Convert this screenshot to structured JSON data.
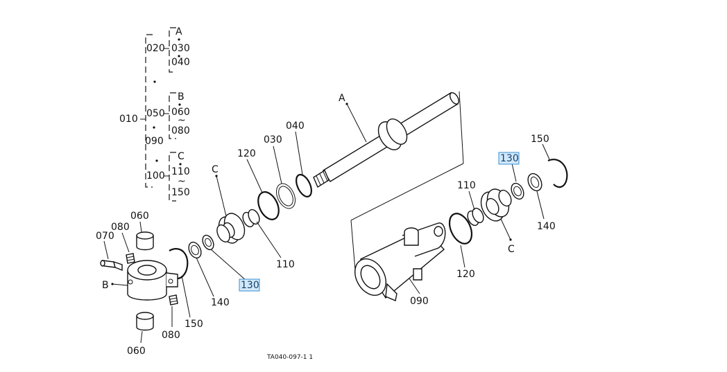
{
  "tree": {
    "root": "010",
    "group_a": {
      "letter": "A",
      "node": "020",
      "items": [
        "030",
        "040"
      ]
    },
    "loose_1": "090",
    "group_b": {
      "letter": "B",
      "node": "050",
      "from": "060",
      "to": "080"
    },
    "group_c": {
      "letter": "C",
      "node": "100",
      "from": "110",
      "to": "150"
    },
    "tilde": "~"
  },
  "callouts": {
    "A_rod": "A",
    "C_left": "C",
    "C_right": "C",
    "B_block": "B",
    "p120_left": "120",
    "p030": "030",
    "p040": "040",
    "p110_left": "110",
    "p130_left": "130",
    "p140_left": "140",
    "p150_left": "150",
    "p080_top": "080",
    "p070": "070",
    "p060_top": "060",
    "p060_bottom": "060",
    "p080_bottom": "080",
    "p150_right": "150",
    "p130_right": "130",
    "p110_right": "110",
    "p140_right": "140",
    "p120_right": "120",
    "p090": "090"
  },
  "figure_code": "TA040-097-1 1",
  "highlight_color": "#cfe8fb"
}
